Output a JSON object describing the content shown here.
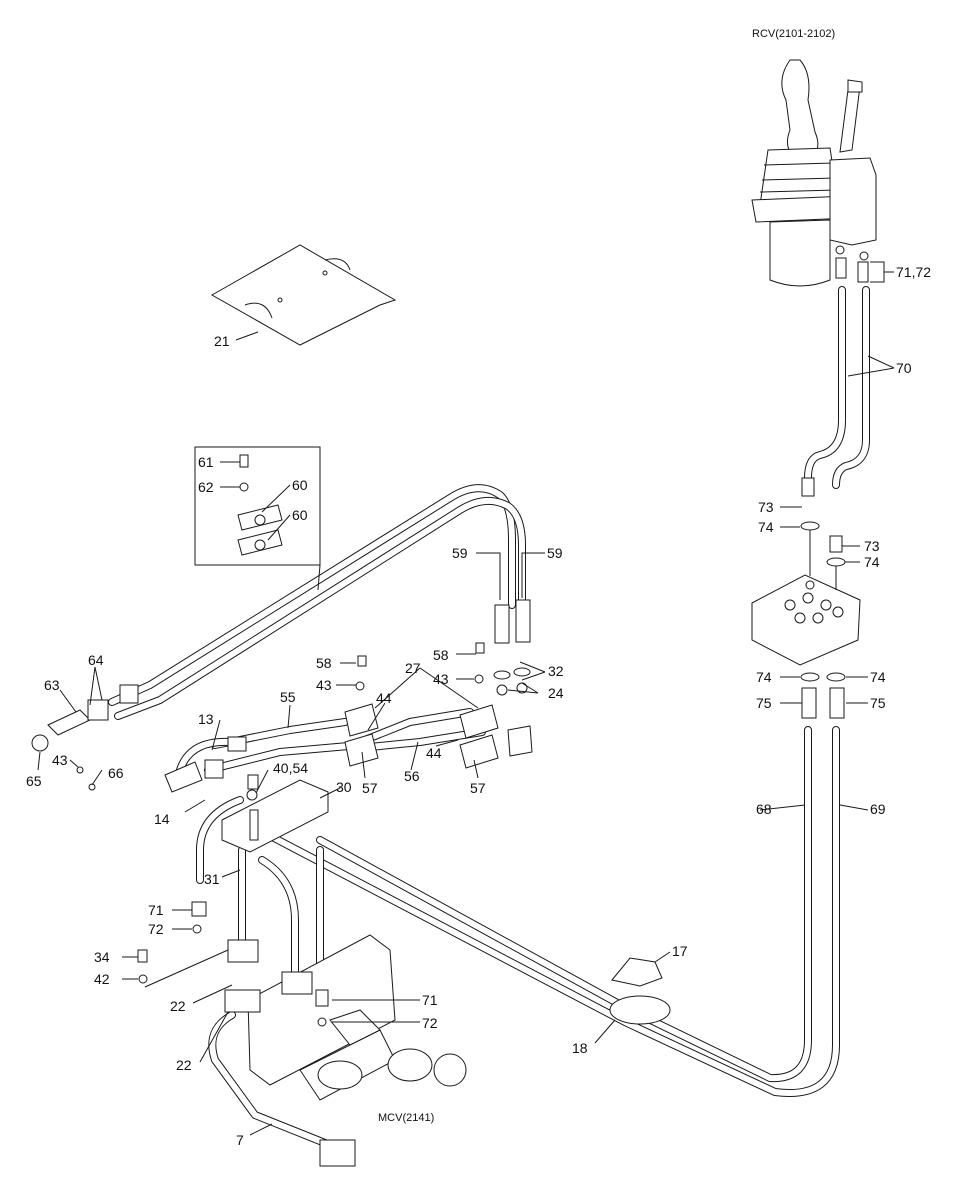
{
  "assemblies": {
    "rcv": "RCV(2101-2102)",
    "mcv": "MCV(2141)"
  },
  "callouts": [
    {
      "id": "c-71-72-top",
      "label": "71,72"
    },
    {
      "id": "c-70",
      "label": "70"
    },
    {
      "id": "c-21",
      "label": "21"
    },
    {
      "id": "c-61",
      "label": "61"
    },
    {
      "id": "c-62",
      "label": "62"
    },
    {
      "id": "c-60a",
      "label": "60"
    },
    {
      "id": "c-60b",
      "label": "60"
    },
    {
      "id": "c-59a",
      "label": "59"
    },
    {
      "id": "c-59b",
      "label": "59"
    },
    {
      "id": "c-73a",
      "label": "73"
    },
    {
      "id": "c-74a",
      "label": "74"
    },
    {
      "id": "c-73b",
      "label": "73"
    },
    {
      "id": "c-74b",
      "label": "74"
    },
    {
      "id": "c-64",
      "label": "64"
    },
    {
      "id": "c-63",
      "label": "63"
    },
    {
      "id": "c-58a",
      "label": "58"
    },
    {
      "id": "c-58b",
      "label": "58"
    },
    {
      "id": "c-27",
      "label": "27"
    },
    {
      "id": "c-32",
      "label": "32"
    },
    {
      "id": "c-43a",
      "label": "43"
    },
    {
      "id": "c-43b",
      "label": "43"
    },
    {
      "id": "c-24",
      "label": "24"
    },
    {
      "id": "c-74c",
      "label": "74"
    },
    {
      "id": "c-74d",
      "label": "74"
    },
    {
      "id": "c-75a",
      "label": "75"
    },
    {
      "id": "c-75b",
      "label": "75"
    },
    {
      "id": "c-55",
      "label": "55"
    },
    {
      "id": "c-44a",
      "label": "44"
    },
    {
      "id": "c-44b",
      "label": "44"
    },
    {
      "id": "c-13",
      "label": "13"
    },
    {
      "id": "c-65",
      "label": "65"
    },
    {
      "id": "c-43c",
      "label": "43"
    },
    {
      "id": "c-66",
      "label": "66"
    },
    {
      "id": "c-40-54",
      "label": "40,54"
    },
    {
      "id": "c-57a",
      "label": "57"
    },
    {
      "id": "c-56",
      "label": "56"
    },
    {
      "id": "c-57b",
      "label": "57"
    },
    {
      "id": "c-30",
      "label": "30"
    },
    {
      "id": "c-14",
      "label": "14"
    },
    {
      "id": "c-68",
      "label": "68"
    },
    {
      "id": "c-69",
      "label": "69"
    },
    {
      "id": "c-31",
      "label": "31"
    },
    {
      "id": "c-71b",
      "label": "71"
    },
    {
      "id": "c-72b",
      "label": "72"
    },
    {
      "id": "c-34",
      "label": "34"
    },
    {
      "id": "c-42",
      "label": "42"
    },
    {
      "id": "c-17",
      "label": "17"
    },
    {
      "id": "c-22a",
      "label": "22"
    },
    {
      "id": "c-71c",
      "label": "71"
    },
    {
      "id": "c-72c",
      "label": "72"
    },
    {
      "id": "c-18",
      "label": "18"
    },
    {
      "id": "c-22b",
      "label": "22"
    },
    {
      "id": "c-7",
      "label": "7"
    }
  ]
}
